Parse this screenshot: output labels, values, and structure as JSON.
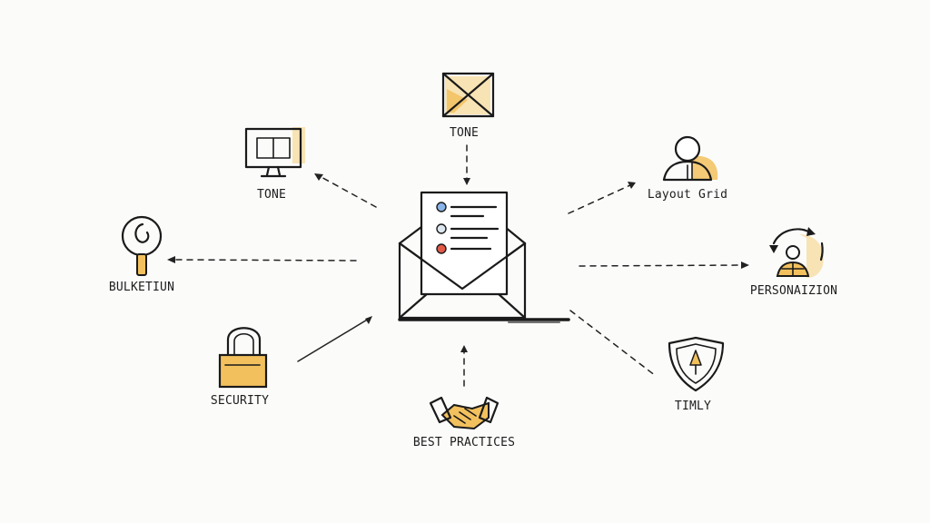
{
  "colors": {
    "ink": "#1a1a1a",
    "accent": "#f2c15e",
    "background": "#fbfbfa"
  },
  "center": {
    "icon": "email-envelope-icon"
  },
  "nodes": {
    "tone_top": {
      "label": "TONE",
      "icon": "envelope-icon"
    },
    "tone_left": {
      "label": "TONE",
      "icon": "monitor-icon"
    },
    "bulketiun": {
      "label": "BULKETIUN",
      "icon": "magnifier-icon"
    },
    "security": {
      "label": "SECURITY",
      "icon": "padlock-icon"
    },
    "best_practices": {
      "label": "BEST PRACTICES",
      "icon": "handshake-icon"
    },
    "layout_grid": {
      "label": "Layout Grid",
      "icon": "user-icon"
    },
    "personalization": {
      "label": "PERSONAIZION",
      "icon": "user-cycle-icon"
    },
    "timly": {
      "label": "TIMLY",
      "icon": "shield-icon"
    }
  }
}
